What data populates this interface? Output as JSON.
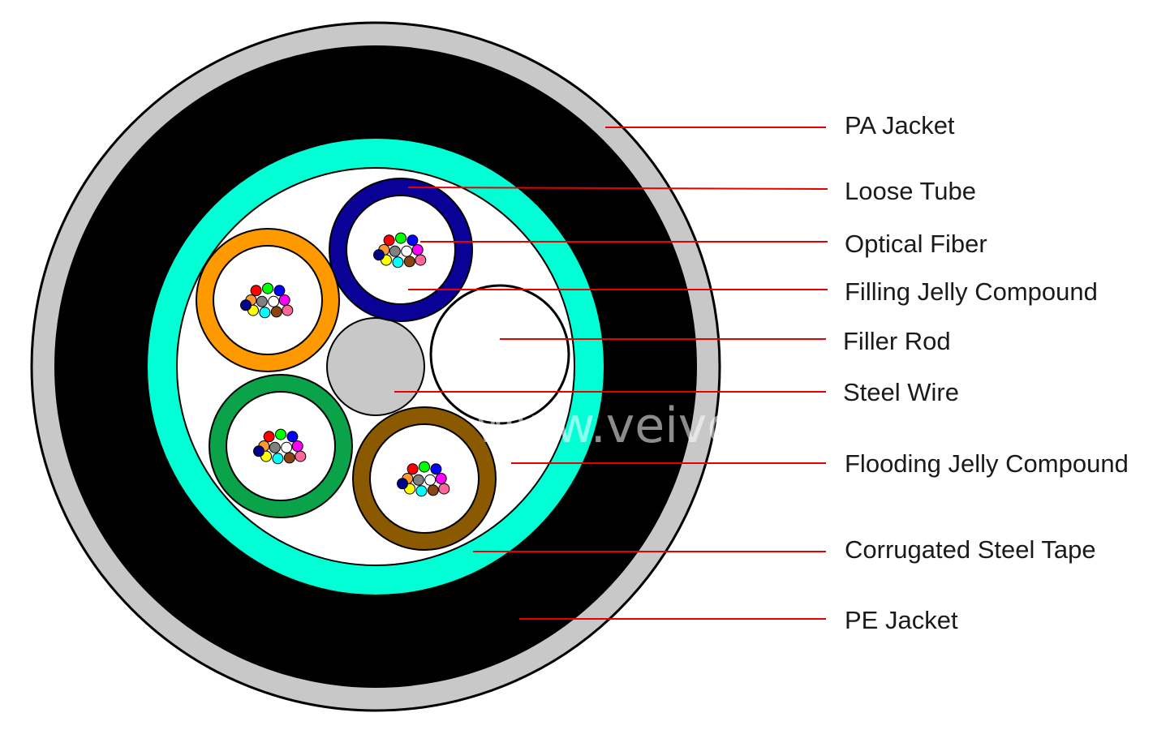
{
  "labels": [
    {
      "id": "pa-jacket",
      "text": "PA Jacket"
    },
    {
      "id": "loose-tube",
      "text": "Loose Tube"
    },
    {
      "id": "optical-fiber",
      "text": "Optical Fiber"
    },
    {
      "id": "filling-jelly",
      "text": "Filling Jelly Compound"
    },
    {
      "id": "filler-rod",
      "text": "Filler Rod"
    },
    {
      "id": "steel-wire",
      "text": "Steel Wire"
    },
    {
      "id": "flooding-jelly",
      "text": "Flooding Jelly Compound"
    },
    {
      "id": "corrugated-tape",
      "text": "Corrugated Steel Tape"
    },
    {
      "id": "pe-jacket",
      "text": "PE Jacket"
    }
  ],
  "watermark": "www.veivot.com",
  "colors": {
    "pa_jacket": "#c8c8c8",
    "pe_jacket": "#000000",
    "steel_tape": "#00ffd5",
    "leader_line": "#e60000",
    "steel_wire": "#c8c8c8",
    "loose_tubes": [
      "#0a0296",
      "#ff9900",
      "#0aa34a",
      "#8b5a00"
    ],
    "fibers": [
      "#ff0000",
      "#00ff00",
      "#0000ff",
      "#ff9933",
      "#808080",
      "#ffffff",
      "#ff00ff",
      "#ffff00",
      "#00ffff",
      "#8b4513",
      "#ff6699",
      "#00008b"
    ]
  }
}
